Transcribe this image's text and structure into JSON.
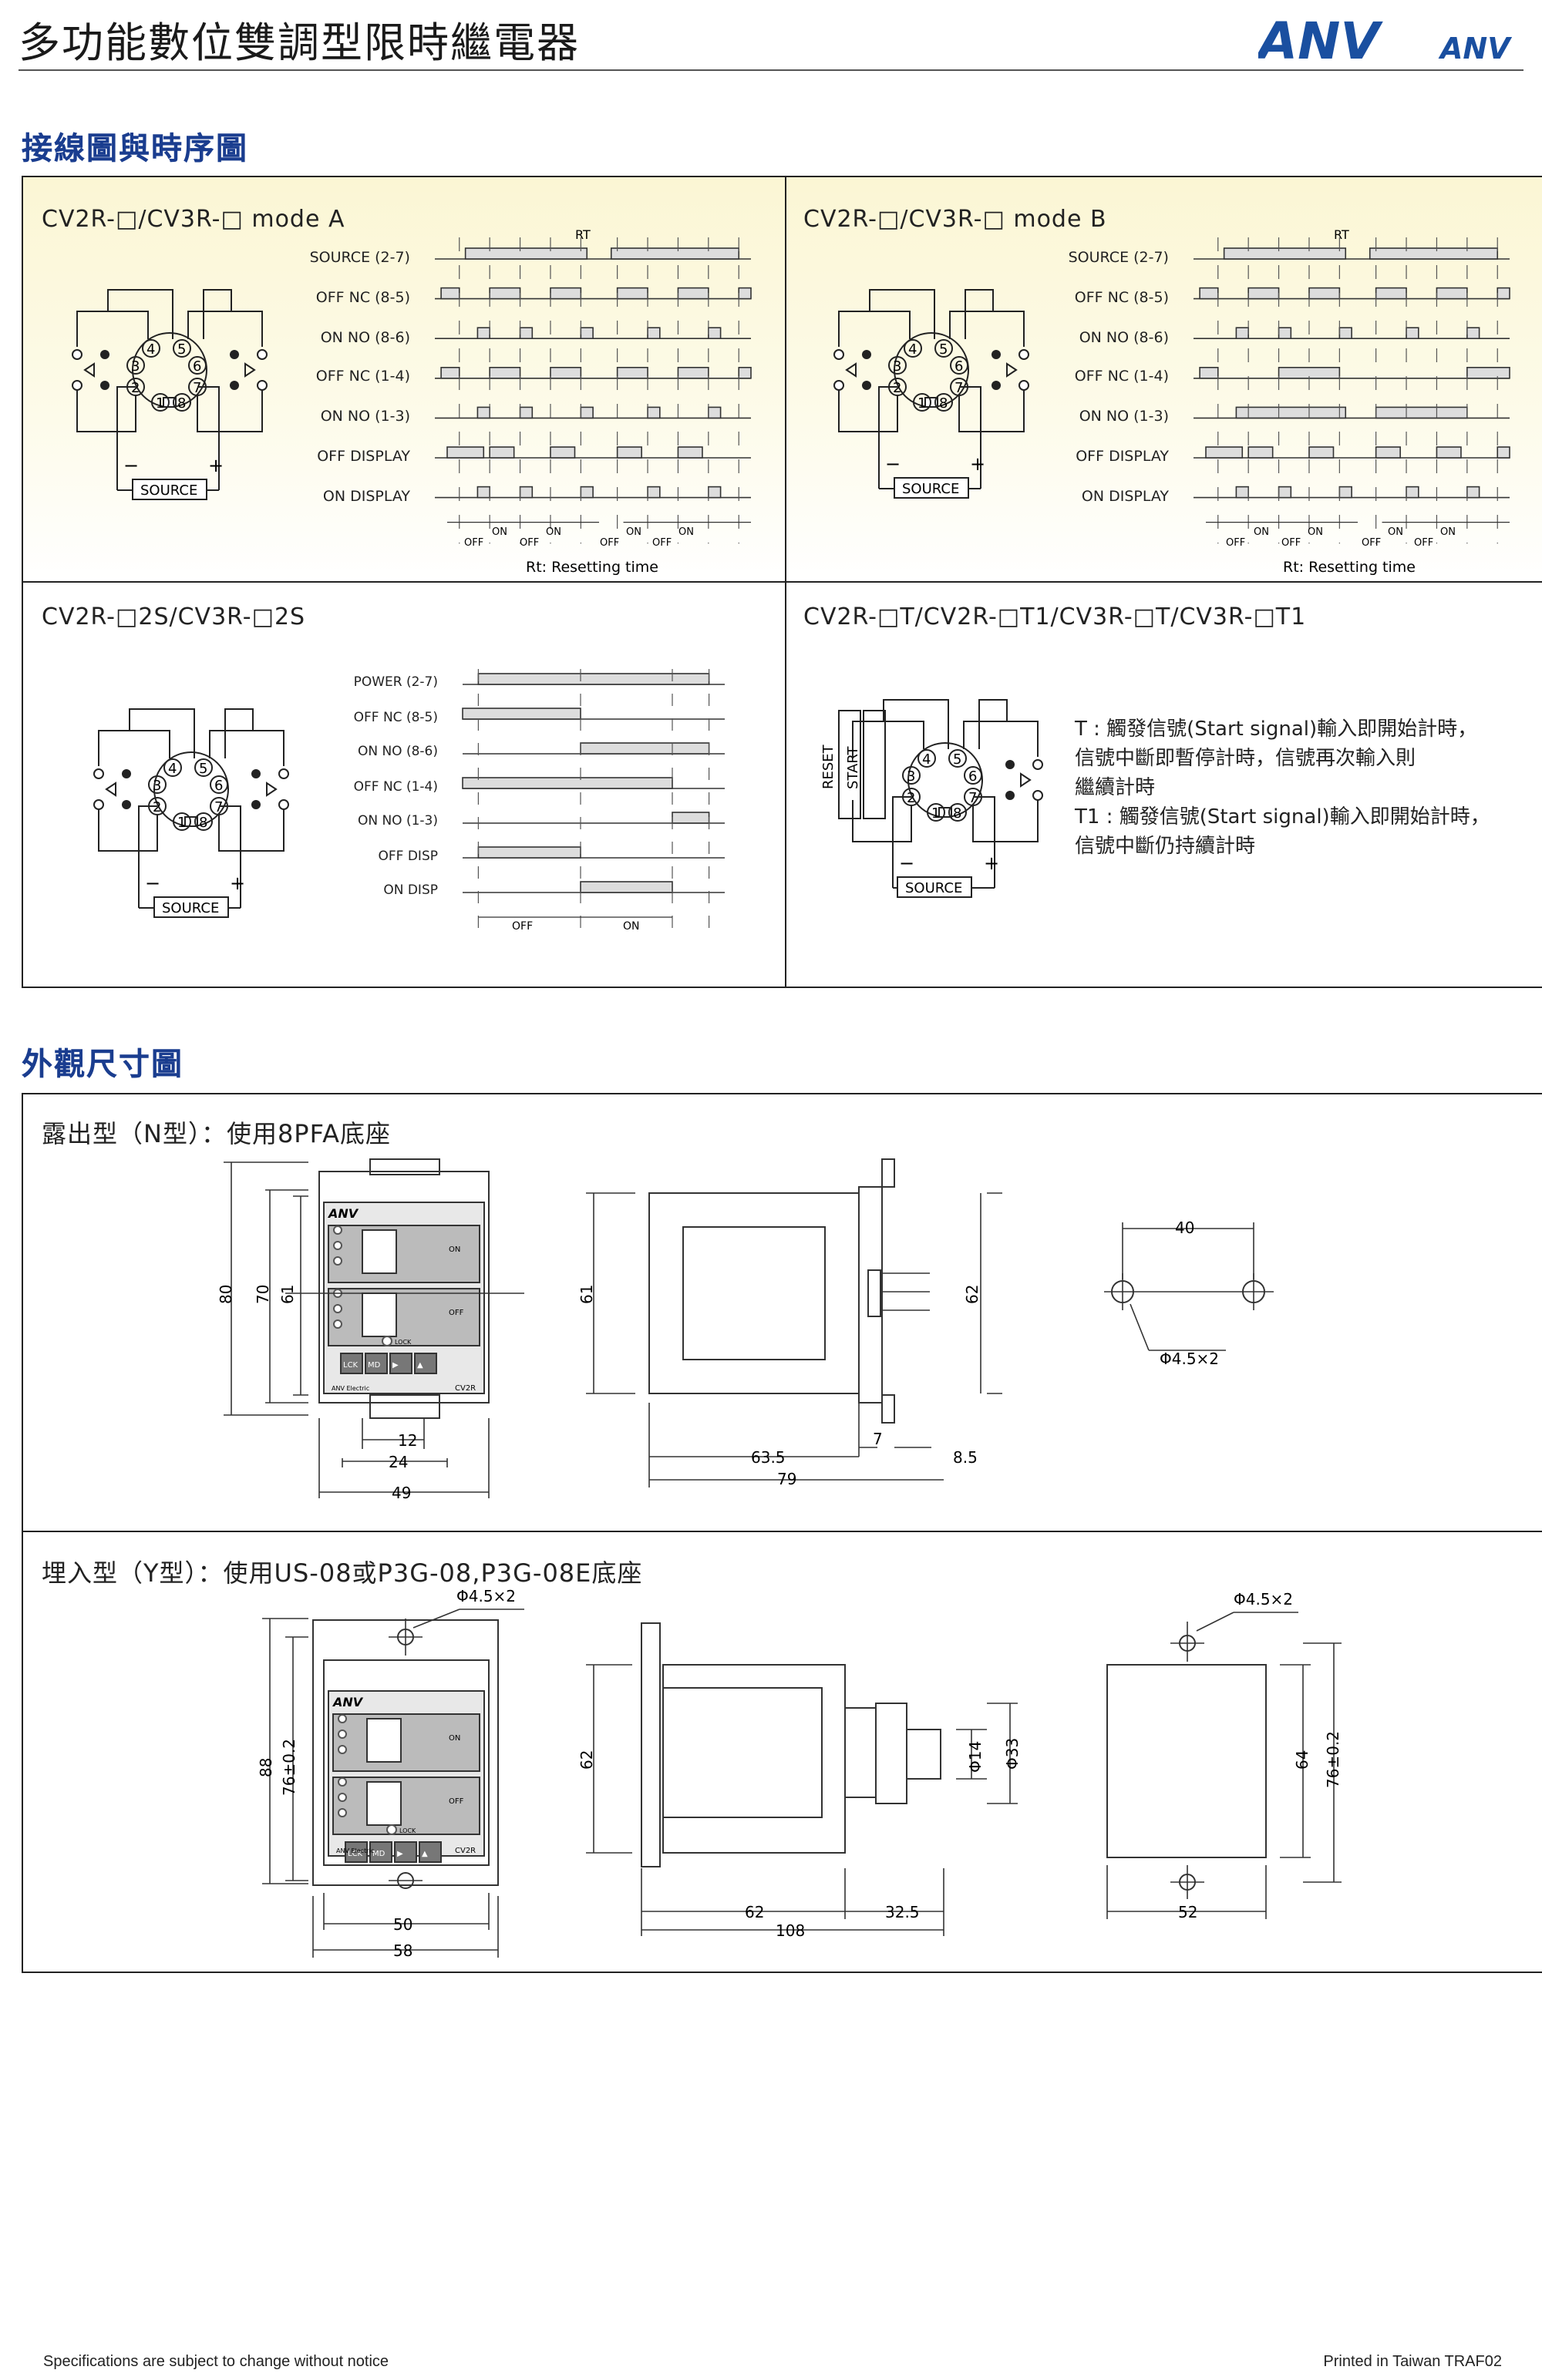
{
  "header": {
    "title": "多功能數位雙調型限時繼電器",
    "logo_text": "ANV",
    "logo_small": "ANV"
  },
  "wiring_section": {
    "title": "接線圖與時序圖",
    "mode_a": {
      "title": "CV2R-□/CV3R-□ mode A",
      "signals": [
        "SOURCE (2-7)",
        "OFF NC (8-5)",
        "ON NO (8-6)",
        "OFF NC (1-4)",
        "ON NO (1-3)",
        "OFF DISPLAY",
        "ON DISPLAY"
      ],
      "rt_marker": "RT",
      "off_label": "OFF",
      "on_label": "ON",
      "note": "Rt: Resetting time",
      "source_label": "SOURCE",
      "minus": "−",
      "plus": "+"
    },
    "mode_b": {
      "title": "CV2R-□/CV3R-□ mode B",
      "signals": [
        "SOURCE (2-7)",
        "OFF NC (8-5)",
        "ON NO (8-6)",
        "OFF NC (1-4)",
        "ON NO (1-3)",
        "OFF DISPLAY",
        "ON DISPLAY"
      ],
      "rt_marker": "RT",
      "off_label": "OFF",
      "on_label": "ON",
      "note": "Rt: Resetting time",
      "source_label": "SOURCE",
      "minus": "−",
      "plus": "+"
    },
    "mode_2s": {
      "title": "CV2R-□2S/CV3R-□2S",
      "signals": [
        "POWER (2-7)",
        "OFF NC (8-5)",
        "ON NO (8-6)",
        "OFF NC (1-4)",
        "ON NO (1-3)",
        "OFF DISP",
        "ON DISP"
      ],
      "off_label": "OFF",
      "on_label": "ON",
      "source_label": "SOURCE",
      "minus": "−",
      "plus": "+"
    },
    "mode_t": {
      "title": "CV2R-□T/CV2R-□T1/CV3R-□T/CV3R-□T1",
      "reset_label": "RESET",
      "start_label": "START",
      "source_label": "SOURCE",
      "minus": "−",
      "plus": "+",
      "notes": [
        "T   : 觸發信號(Start signal)輸入即開始計時，",
        "        信號中斷即暫停計時，信號再次輸入則",
        "        繼續計時",
        "T1 : 觸發信號(Start signal)輸入即開始計時，",
        "        信號中斷仍持續計時"
      ]
    },
    "socket_pins": [
      "1",
      "2",
      "3",
      "4",
      "5",
      "6",
      "7",
      "8"
    ]
  },
  "dimension_section": {
    "title": "外觀尺寸圖",
    "n_type": {
      "title": "露出型（N型）：使用8PFA底座",
      "front_dims": [
        "80",
        "70",
        "61",
        "12",
        "24",
        "49"
      ],
      "side_dims": [
        "61",
        "62",
        "63.5",
        "7",
        "8.5",
        "79"
      ],
      "hole_dims": [
        "40",
        "Φ4.5×2"
      ]
    },
    "y_type": {
      "title": "埋入型（Y型）：使用US-08或P3G-08,P3G-08E底座",
      "front_dims": [
        "Φ4.5×2",
        "88",
        "76±0.2",
        "50",
        "58"
      ],
      "side_dims": [
        "62",
        "Φ14",
        "Φ33",
        "62",
        "32.5",
        "108"
      ],
      "hole_dims": [
        "Φ4.5×2",
        "64",
        "76±0.2",
        "52"
      ]
    },
    "panel": {
      "brand": "ANV",
      "on_label": "ON",
      "off_label": "OFF",
      "lock_label": "LOCK",
      "btn_lck": "LCK",
      "btn_md": "MD",
      "maker": "ANV Electric",
      "model": "CV2R"
    }
  },
  "footer": {
    "left": "Specifications are subject to change without notice",
    "right": "Printed in Taiwan   TRAF02"
  }
}
